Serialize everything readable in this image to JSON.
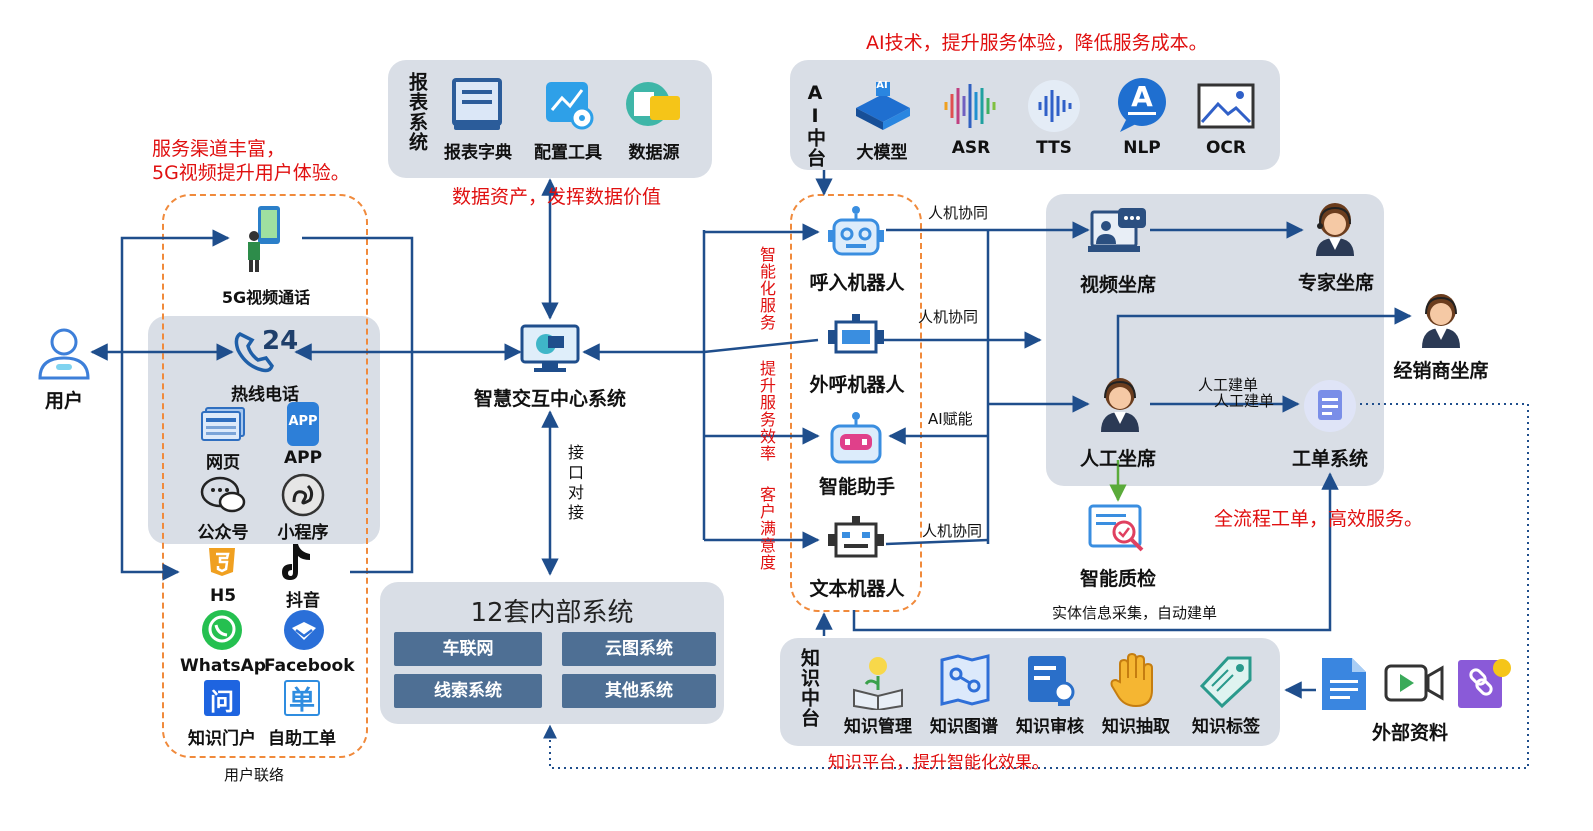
{
  "user": {
    "label": "用户"
  },
  "channels": {
    "note_line1": "服务渠道丰富，",
    "note_line2": "5G视频提升用户体验。",
    "video_call": "5G视频通话",
    "hotline": "热线电话",
    "hotline_badge": "24",
    "web": "网页",
    "app": "APP",
    "app_badge": "APP",
    "official": "公众号",
    "miniprogram": "小程序",
    "h5": "H5",
    "douyin": "抖音",
    "whatsapp": "WhatsAp",
    "facebook": "Facebook",
    "portal": "知识门户",
    "portal_badge": "问",
    "selfservice": "自助工单",
    "selfservice_badge": "单",
    "caption": "用户联络"
  },
  "report": {
    "title": "报表系统",
    "items": [
      "报表字典",
      "配置工具",
      "数据源"
    ],
    "note": "数据资产，发挥数据价值"
  },
  "center": {
    "label": "智慧交互中心系统",
    "api_label": "接口对接"
  },
  "internal": {
    "title": "12套内部系统",
    "items": [
      "车联网",
      "云图系统",
      "线索系统",
      "其他系统"
    ]
  },
  "ai": {
    "note": "AI技术，提升服务体验，降低服务成本。",
    "title": "AI中台",
    "items": [
      "大模型",
      "ASR",
      "TTS",
      "NLP",
      "OCR"
    ],
    "llm_badge": "AI",
    "nlp_badge": "A"
  },
  "robots": {
    "labels": [
      "呼入机器人",
      "外呼机器人",
      "智能助手",
      "文本机器人"
    ],
    "side_notes": [
      "智能化服务",
      "提升服务效率",
      "客户满意度"
    ]
  },
  "flows": {
    "collab": "人机协同",
    "empower": "AI赋能",
    "create_ticket": "人工建单",
    "collect": "实体信息采集，自动建单"
  },
  "agents": {
    "video": "视频坐席",
    "expert": "专家坐席",
    "dealer": "经销商坐席",
    "human": "人工坐席",
    "ticket": "工单系统",
    "qa": "智能质检",
    "ticket_note": "全流程工单，高效服务。"
  },
  "knowledge": {
    "title": "知识中台",
    "items": [
      "知识管理",
      "知识图谱",
      "知识审核",
      "知识抽取",
      "知识标签"
    ],
    "note": "知识平台，提升智能化效果。"
  },
  "external": {
    "label": "外部资料"
  },
  "colors": {
    "arrow": "#1f4e8c",
    "accent_red": "#e01010",
    "dash_orange": "#f08a3c",
    "panel": "#d9dee6",
    "block": "#4e6f94",
    "green": "#5aab3a"
  }
}
